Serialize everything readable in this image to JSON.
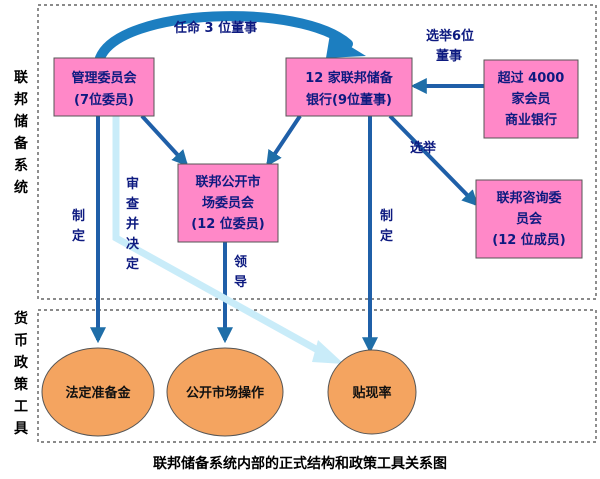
{
  "side_labels": {
    "system": [
      "联",
      "邦",
      "储",
      "备",
      "系",
      "统"
    ],
    "tools": [
      "货",
      "币",
      "政",
      "策",
      "工",
      "具"
    ]
  },
  "boxes": {
    "board": [
      "管理委员会",
      "(7位委员)"
    ],
    "banks": [
      "12 家联邦储备",
      "银行(9位董事)"
    ],
    "member_banks": [
      "超过 4000",
      "家会员",
      "商业银行"
    ],
    "fomc": [
      "联邦公开市",
      "场委员会",
      "(12 位委员)"
    ],
    "advisory": [
      "联邦咨询委",
      "员会",
      "(12 位成员)"
    ]
  },
  "arrow_labels": {
    "appoint": "任命 3 位董事",
    "elect6": [
      "选举6位",
      "董事"
    ],
    "elect": "选举",
    "set_left": [
      "制",
      "定"
    ],
    "review": [
      "审",
      "查",
      "并",
      "决",
      "定"
    ],
    "lead": [
      "领",
      "导"
    ],
    "set_right": [
      "制",
      "定"
    ]
  },
  "tools": {
    "reserve": "法定准备金",
    "open_market": "公开市场操作",
    "discount": "贴现率"
  },
  "caption": "联邦储备系统内部的正式结构和政策工具关系图",
  "colors": {
    "box_fill": "#ff88c8",
    "oval_fill": "#f4a460",
    "arrow": "#44a8dc",
    "text": "#0d1a80"
  }
}
